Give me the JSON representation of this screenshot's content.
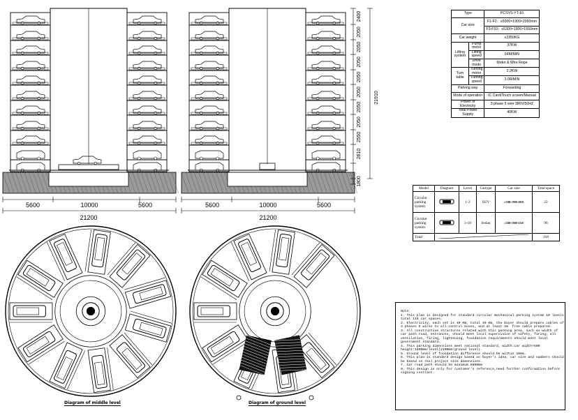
{
  "elevation": {
    "bottom_dims": [
      "5600",
      "10000",
      "5600"
    ],
    "total_dim": "21200",
    "floor_dims": [
      "2400",
      "2050",
      "2050",
      "2050",
      "2050",
      "2050",
      "2050",
      "2050",
      "2550",
      "2610"
    ],
    "base_dim": "1800",
    "overall_height": "21910"
  },
  "spec_table": {
    "rows": [
      {
        "label": "Type",
        "value": "PCSYS-YT-10"
      },
      {
        "label": "Car size",
        "values": [
          "F1-F2：≤5300×1900×2050mm",
          "F3-F10：≤5300×1900×1550mm"
        ]
      },
      {
        "label": "Car weight",
        "value": "≤2350KG"
      },
      {
        "group": "Lifting system",
        "items": [
          {
            "sub": "Pump motor",
            "value": "37KW"
          },
          {
            "sub": "Lifting speed",
            "value": "64M/MIN"
          },
          {
            "sub": "Drive mode",
            "value": "Motor & Wire Rope"
          }
        ]
      },
      {
        "group": "Turn table",
        "items": [
          {
            "sub": "Turning motor",
            "value": "2.2KW"
          },
          {
            "sub": "Turning speed",
            "value": "3.0R/MIN"
          }
        ]
      },
      {
        "label": "Parking way",
        "value": "Forwarding"
      },
      {
        "label": "Mode of operation",
        "value": "IC Card/Touch screen/Manual"
      },
      {
        "label": "Power of Electricity",
        "value": "3 phase 5 wire 380V/50HZ"
      },
      {
        "label": "Total Power Supply",
        "value": "40KW"
      }
    ]
  },
  "summary_table": {
    "headers": [
      "Model",
      "Diagram",
      "Level",
      "Cartype",
      "Car size",
      "Total space"
    ],
    "rows": [
      {
        "model": "Circular parking system",
        "level": "1-2",
        "cartype": "SUV",
        "car_size": "≤5300×1900×2050",
        "total": "22"
      },
      {
        "model": "Circular parking system",
        "level": "3-10",
        "cartype": "Sedan",
        "car_size": "≤5300×1900×1550",
        "total": "96"
      }
    ],
    "total_label": "Total",
    "total_value": "118"
  },
  "captions": {
    "middle": "Diagram of middle level",
    "ground": "Diagram of ground level"
  },
  "notes": {
    "heading": "Note:",
    "lines": [
      "1. This plan is designed for standard circular mechanical parking system 10 levels  total 118 car spaces.",
      "2. Electricity, each set is 40 KW, total 40 KW, the buyer should prepare cables of 3 phases 5 wires to all control boxes, and at least 2m  free cable prepared.",
      "3. All constructive structures related with this parking area, such as width of car path road, entrances, should meet local supervision of safety, firing; all ventilation, firing, lightening, foundation requirements should meet local government standard.",
      "4. This parking dimensions meet national standard, width:car width+500 height:1600mm/level(2100mm/ground level).",
      "5. Ground level of foundation difference should be within 10mm.",
      "6. This plan is standard design based on buyer's idea, car size and numbers should be based on real project site dimensions.",
      "7. Car road path should be minimum 6000mm",
      "8. This design is only for customer's reference,need further confirmation before signing contract."
    ]
  }
}
